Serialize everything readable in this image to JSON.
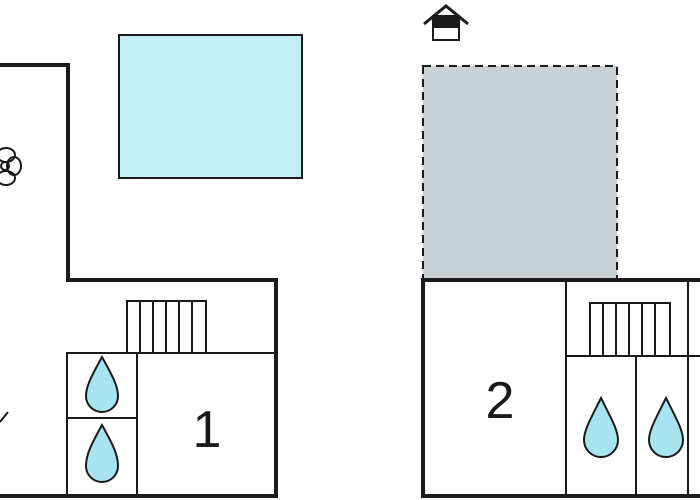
{
  "colors": {
    "pool": "#c2eef5",
    "terrace": "#c8d1d3",
    "water_drop": "#a8e4ef",
    "wall": "#1a1a1a"
  },
  "icons": [
    "pool-rect",
    "terrace-area",
    "house-icon",
    "flower-icon",
    "stairs",
    "water-drop-icon"
  ],
  "rooms": [
    {
      "label": "1"
    },
    {
      "label": "2"
    }
  ]
}
